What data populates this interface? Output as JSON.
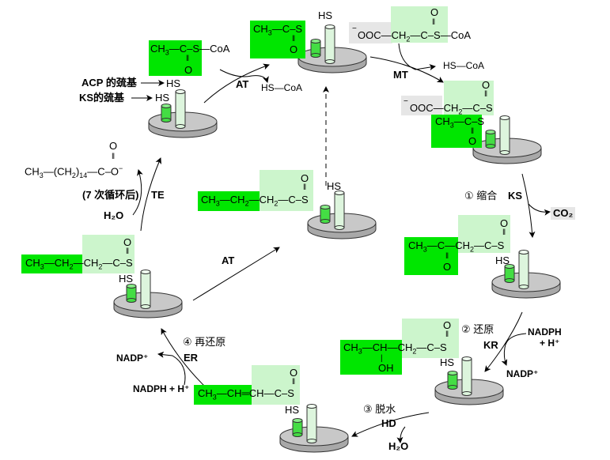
{
  "title": "Fatty acid synthesis cycle (palmitate)",
  "colors": {
    "dark_green": "#00e600",
    "light_green": "#ccf5cc",
    "gray_box": "#e6e6e6",
    "disc": "#c8c8c8",
    "small_cylinder": "#44dd44",
    "tall_cylinder": "#ddf5dd"
  },
  "labels": {
    "acp_thiol": "ACP 的巯基",
    "ks_thiol": "KS的巯基",
    "hs": "HS",
    "s": "S",
    "o": "O",
    "c": "C",
    "oh": "OH",
    "ch": "CH",
    "ch3": "CH",
    "ch2": "CH",
    "sub3": "3",
    "sub2": "2",
    "sub14": "14",
    "coa": "CoA",
    "hs_coa": "HS—CoA",
    "ooc": "OOC",
    "minus": "−"
  },
  "enzymes": {
    "at_top": "AT",
    "at_mid": "AT",
    "mt": "MT",
    "ks": "KS",
    "kr": "KR",
    "hd": "HD",
    "er": "ER",
    "te": "TE"
  },
  "steps": {
    "step1": "① 缩合",
    "step2": "② 还原",
    "step3": "③ 脱水",
    "step4": "④ 再还原",
    "after_cycles": "(7 次循环后)"
  },
  "cofactors": {
    "co2": "CO₂",
    "nadph_h_kr": "NADPH",
    "h_plus_kr": "+ H⁺",
    "nadp_kr": "NADP⁺",
    "nadph_h_er": "NADPH + H⁺",
    "nadp_er": "NADP⁺",
    "h2o_hd": "H₂O",
    "h2o_te": "H₂O"
  },
  "molecules": {
    "acetyl_coa": "CH₃—C(=O)—S—CoA",
    "malonyl_coa": "⁻OOC—CH₂—C(=O)—S—CoA",
    "palmitate": "CH₃—(CH₂)₁₄—C(=O)—O⁻",
    "acetoacetyl": "CH₃—C(=O)—CH₂—C(=O)—S",
    "hydroxybutyryl": "CH₃—CH(OH)—CH₂—C(=O)—S",
    "crotonyl": "CH₃—CH=CH—C(=O)—S",
    "butyryl": "CH₃—CH₂—CH₂—C(=O)—S"
  }
}
